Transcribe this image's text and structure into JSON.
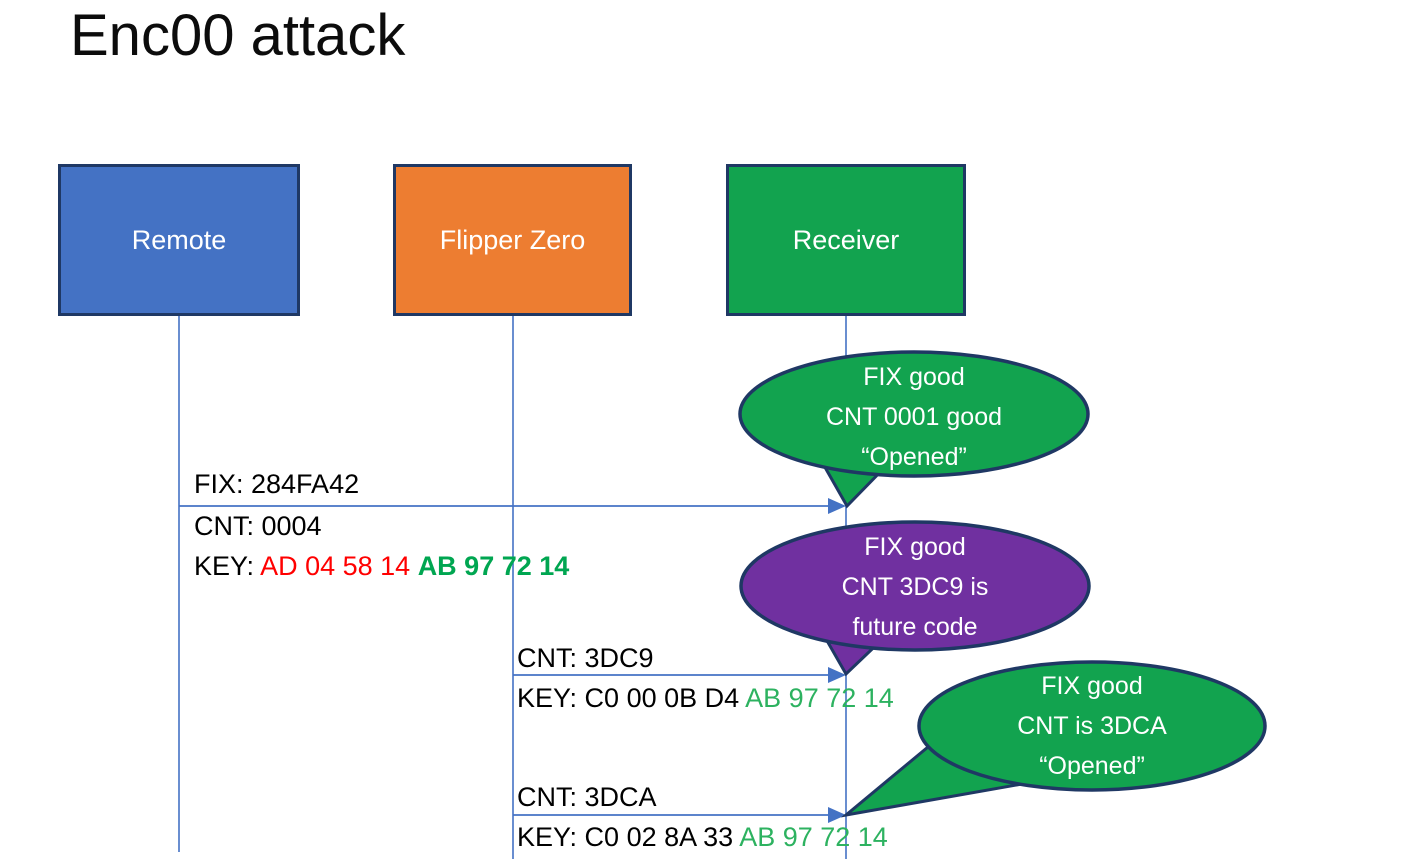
{
  "title": "Enc00 attack",
  "actors": [
    {
      "label": "Remote",
      "fill": "#4472C4"
    },
    {
      "label": "Flipper Zero",
      "fill": "#ED7D31"
    },
    {
      "label": "Receiver",
      "fill": "#12A34F"
    }
  ],
  "messages": [
    {
      "from": "Remote",
      "to": "Receiver",
      "above": "FIX: 284FA42",
      "below": "CNT: 0004",
      "key_label": "KEY: ",
      "key_red": "AD 04 58 14 ",
      "key_green": "AB 97 72 14"
    },
    {
      "from": "Flipper Zero",
      "to": "Receiver",
      "above": "CNT: 3DC9",
      "key_label": "KEY: ",
      "key_black": "C0 00 0B D4 ",
      "key_green": "AB 97 72 14"
    },
    {
      "from": "Flipper Zero",
      "to": "Receiver",
      "above": "CNT: 3DCA",
      "key_label": "KEY: ",
      "key_black": "C0 02 8A 33 ",
      "key_green": "AB 97 72 14"
    }
  ],
  "callouts": [
    {
      "fill": "#12A34F",
      "lines": [
        "FIX good",
        "CNT 0001 good",
        "“Opened”"
      ]
    },
    {
      "fill": "#7030A0",
      "lines": [
        "FIX good",
        "CNT 3DC9 is",
        "future code"
      ]
    },
    {
      "fill": "#12A34F",
      "lines": [
        "FIX good",
        "CNT is 3DCA",
        "“Opened”"
      ]
    }
  ],
  "colors": {
    "accent_blue": "#4472C4",
    "orange": "#ED7D31",
    "green": "#12A34F",
    "purple": "#7030A0",
    "border_navy": "#1F3864",
    "key_red": "#FF0000",
    "key_green_bold": "#00A651",
    "key_green": "#2DB260",
    "arrow_blue": "#4472C4"
  }
}
